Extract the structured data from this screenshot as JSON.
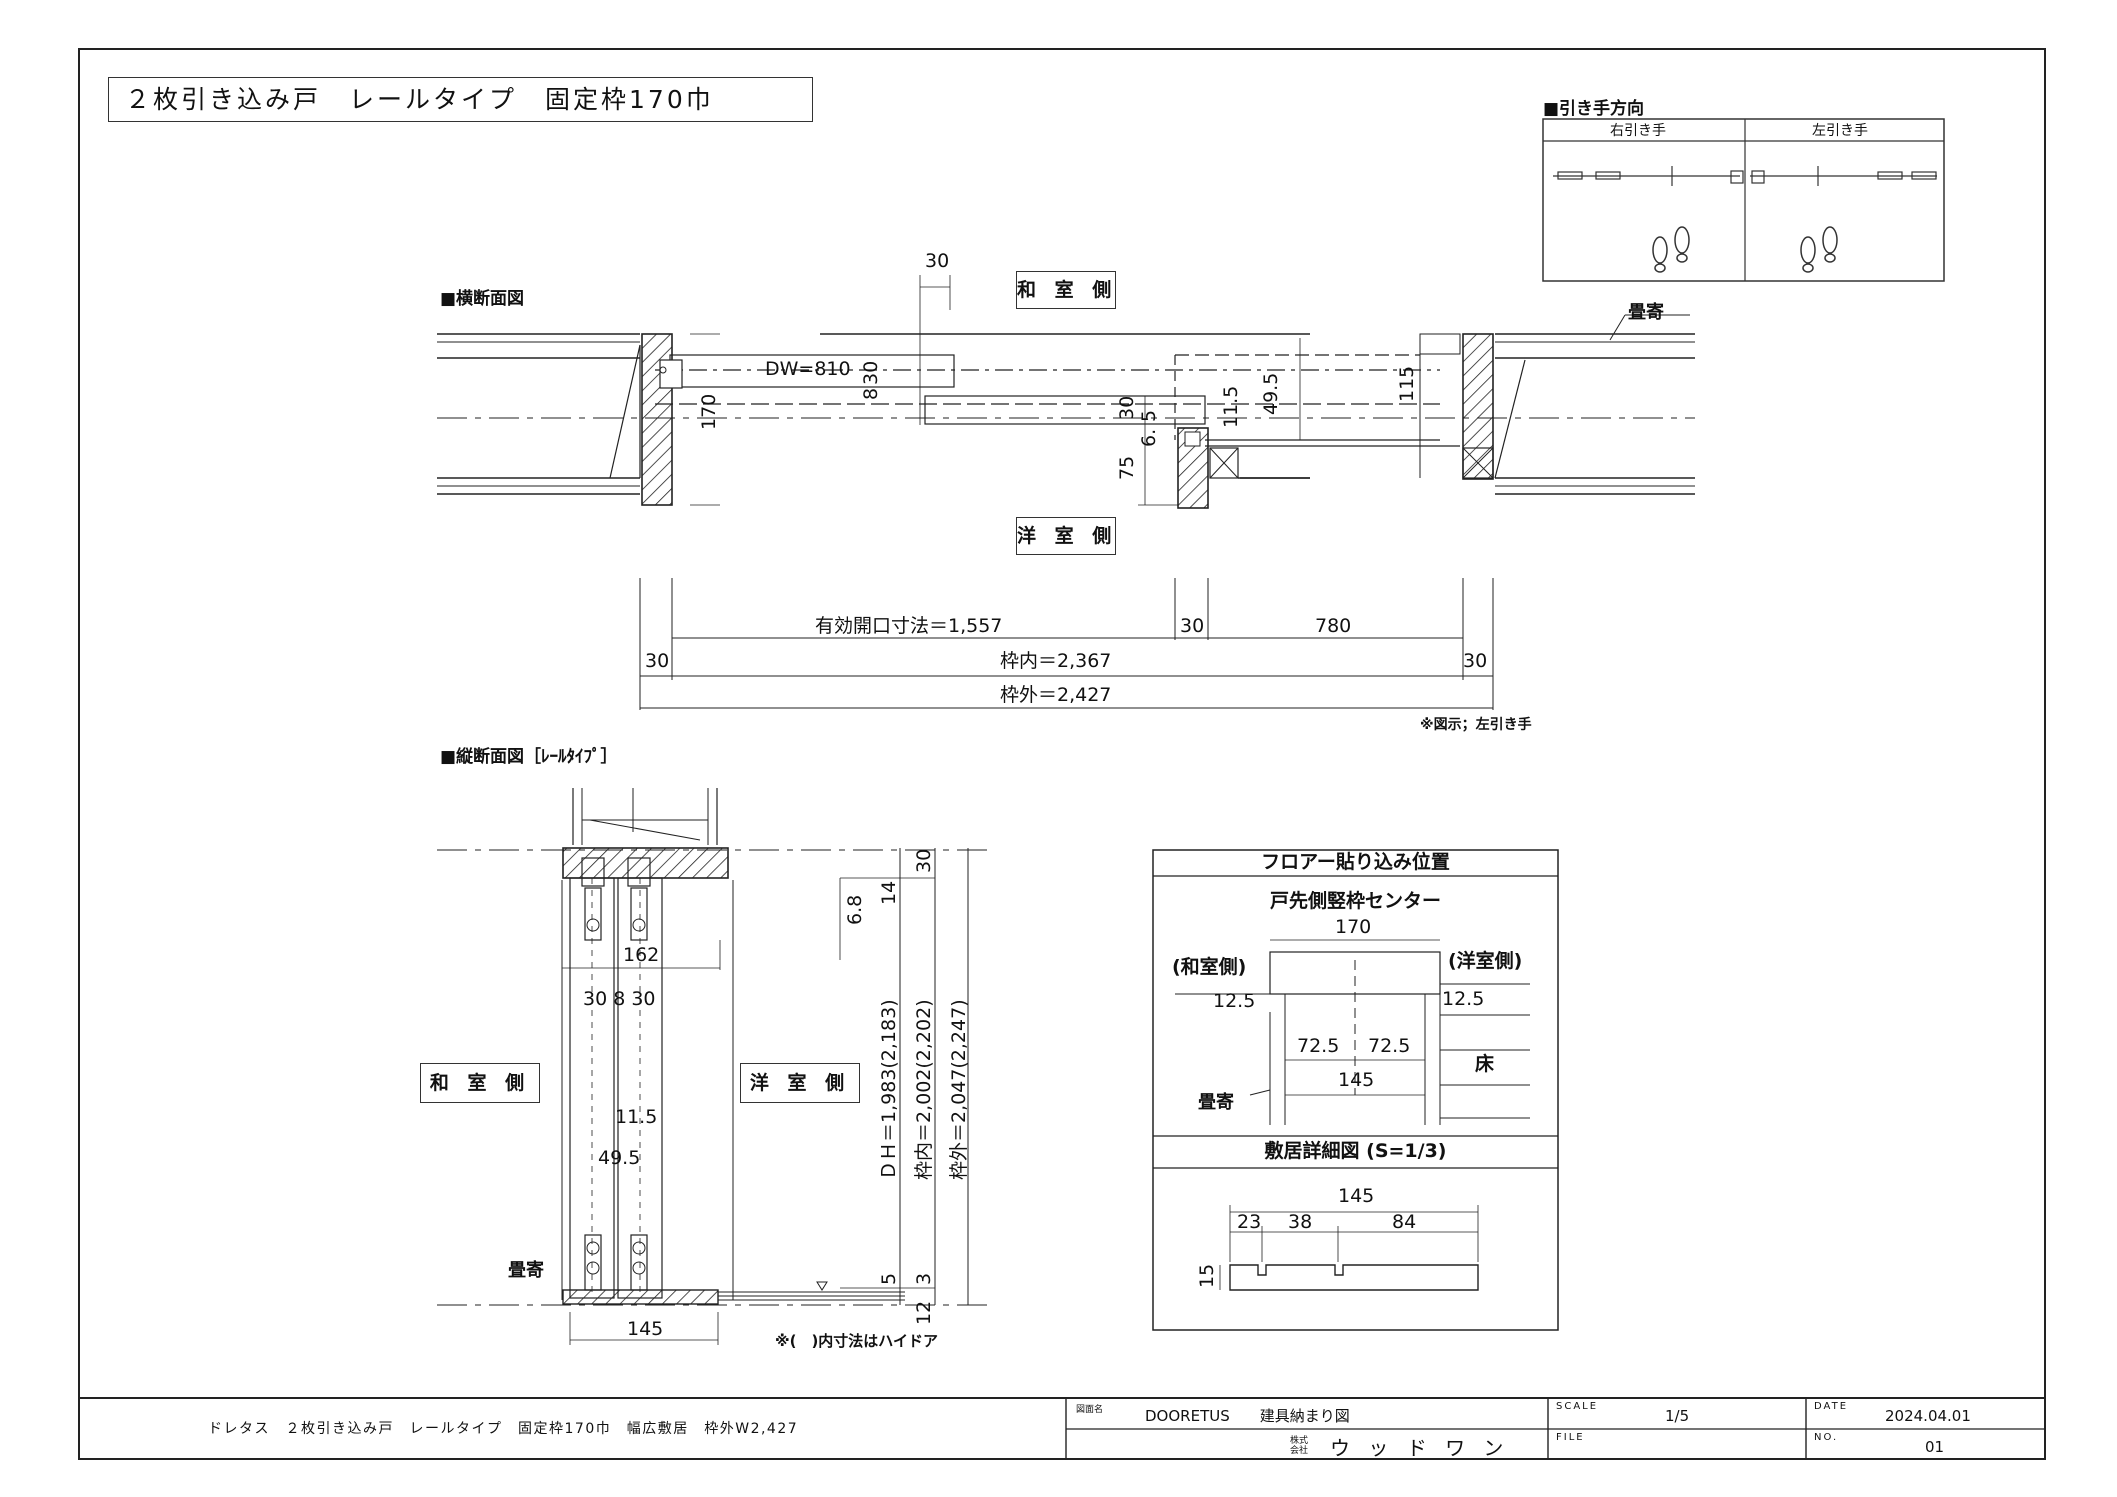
{
  "title": "２枚引き込み戸　レールタイプ　固定枠170巾",
  "handle_direction": {
    "heading": "■引き手方向",
    "right_label": "右引き手",
    "left_label": "左引き手",
    "icon": "footprints-icon"
  },
  "horizontal_section": {
    "heading": "■横断面図",
    "wa_side": "和 室 側",
    "yo_side": "洋 室 側",
    "tatamiyose": "畳寄",
    "dims": {
      "d30_top": "30",
      "dw": "DW=810",
      "d30_a": "30",
      "d8": "8",
      "d170": "170",
      "d30_b": "30",
      "d5": "5",
      "d6": "6.",
      "d11_5": "11.5",
      "d49_5": "49.5",
      "d115": "115",
      "d75": "75"
    },
    "bottom_dims": {
      "effective": "有効開口寸法＝1,557",
      "d30_mid": "30",
      "d780": "780",
      "d30_left": "30",
      "inner": "枠内＝2,367",
      "d30_right": "30",
      "outer": "枠外＝2,427"
    },
    "note": "※図示；左引き手"
  },
  "vertical_section": {
    "heading": "■縦断面図［ﾚｰﾙﾀｲﾌﾟ］",
    "wa_side": "和 室 側",
    "yo_side": "洋 室 側",
    "tatamiyose": "畳寄",
    "dims": {
      "d162": "162",
      "d30_8_30": "30 8 30",
      "d11_5": "11.5",
      "d49_5": "49.5",
      "d145": "145",
      "d30_top": "30",
      "d14": "14",
      "d6_8": "6.8",
      "dh": "ＤＨ＝1,983(2,183)",
      "inner": "枠内＝2,002(2,202)",
      "outer": "枠外＝2,047(2,247)",
      "d5": "5",
      "d3": "3",
      "d12": "12"
    },
    "note": "※(　)内寸法はハイドア"
  },
  "floor_detail": {
    "heading": "フロアー貼り込み位置",
    "subheading": "戸先側竪枠センター",
    "d170": "170",
    "wa_side": "(和室側)",
    "yo_side": "(洋室側)",
    "d12_5_left": "12.5",
    "d12_5_right": "12.5",
    "d72_5_a": "72.5",
    "d72_5_b": "72.5",
    "d145": "145",
    "floor": "床",
    "tatamiyose": "畳寄"
  },
  "sill_detail": {
    "heading": "敷居詳細図 (S=1/3)",
    "d145": "145",
    "d23": "23",
    "d38": "38",
    "d84": "84",
    "d15": "15"
  },
  "title_block": {
    "description": "ドレタス　２枚引き込み戸　レールタイプ　固定枠170巾　幅広敷居　枠外W2,427",
    "drawing_name_label": "図面名",
    "drawing_name": "DOORETUS　　建具納まり図",
    "company_label": "株式会社",
    "company": "ウ ッ ド ワ ン",
    "scale_label": "SCALE",
    "scale": "1/5",
    "file_label": "FILE",
    "file": "",
    "date_label": "DATE",
    "date": "2024.04.01",
    "no_label": "NO.",
    "no": "01"
  }
}
